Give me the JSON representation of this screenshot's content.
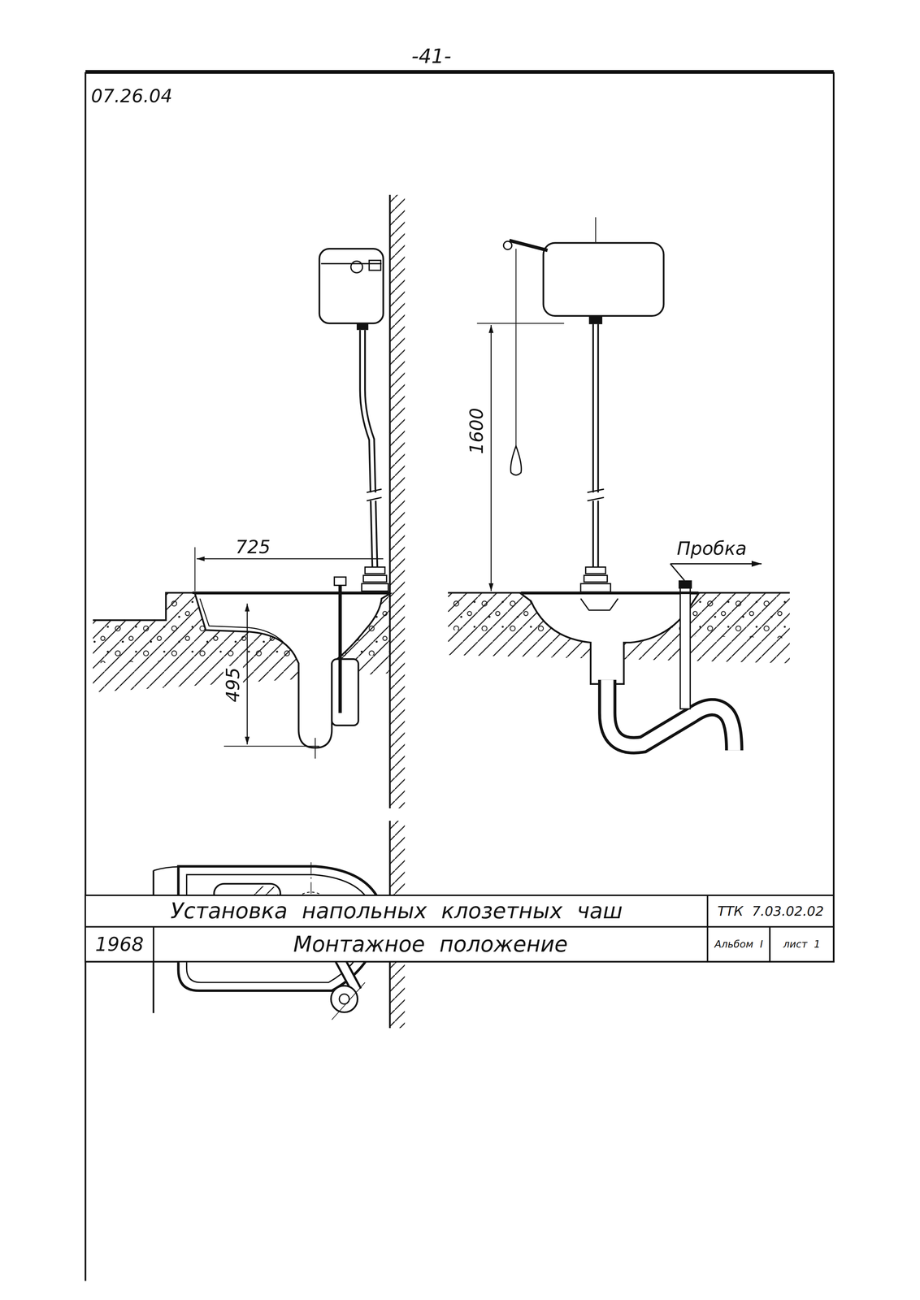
{
  "diagram": {
    "nodes": [
      {
        "text": [
          "Установка напольных клозетных чаш"
        ]
      },
      {
        "text": [
          "ТТК 7.03.02.02"
        ]
      },
      {
        "text": [
          "1968"
        ]
      },
      {
        "text": [
          "Монтажное положение"
        ]
      },
      {
        "text": [
          "Альбом I"
        ]
      },
      {
        "text": [
          "лист 1"
        ]
      }
    ],
    "labels": [
      "-41-",
      "07.26.04",
      "725",
      "495",
      "1600",
      "Пробка"
    ]
  }
}
